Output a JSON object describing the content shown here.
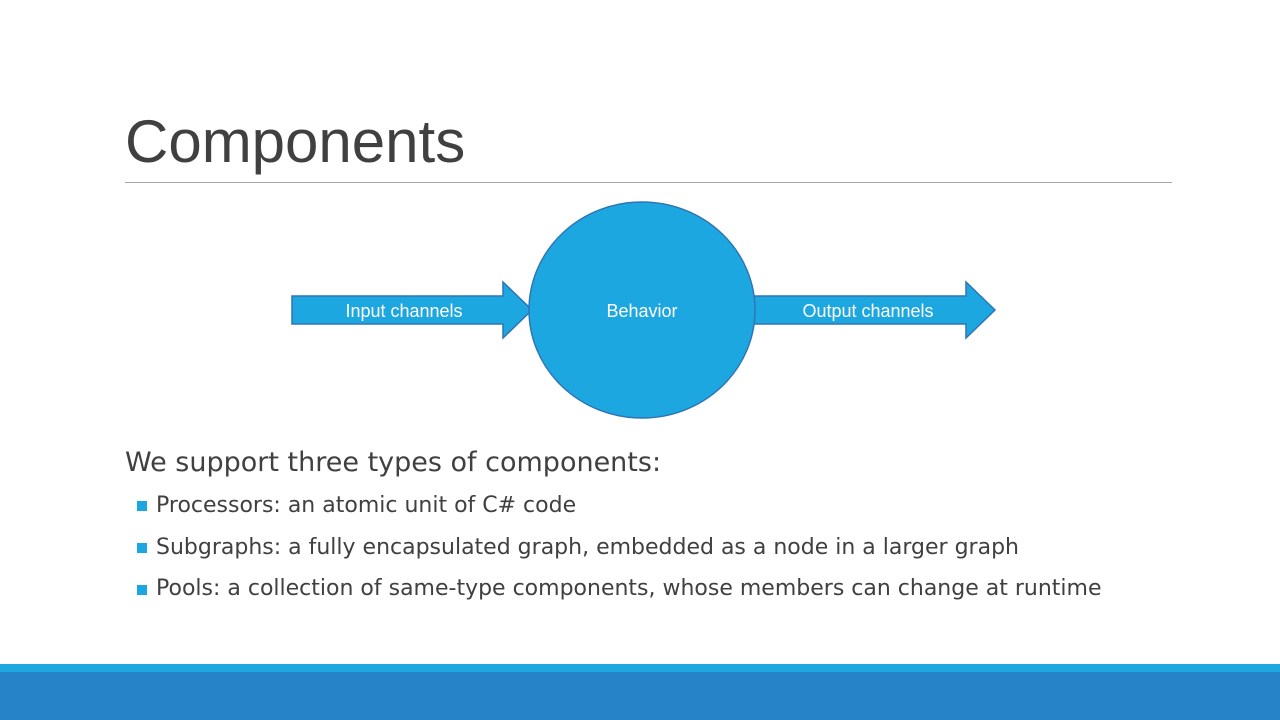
{
  "slide": {
    "title": "Components"
  },
  "diagram": {
    "input_label": "Input channels",
    "node_label": "Behavior",
    "output_label": "Output channels",
    "fill_color": "#1da7e0",
    "stroke_color": "#2e75b6"
  },
  "body": {
    "lead": "We support three types of components:",
    "bullets": [
      "Processors: an atomic unit of C# code",
      "Subgraphs: a fully encapsulated graph, embedded as a node in a larger graph",
      "Pools: a collection of same-type components, whose members can change at runtime"
    ]
  },
  "theme": {
    "accent": "#1da7e0",
    "footer": "#2683c6"
  }
}
